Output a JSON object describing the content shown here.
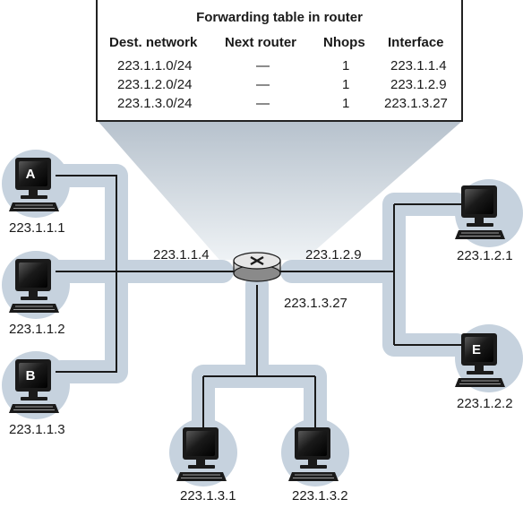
{
  "forwarding_table": {
    "title": "Forwarding table in router",
    "headers": {
      "dest": "Dest. network",
      "next": "Next router",
      "nhops": "Nhops",
      "iface": "Interface"
    },
    "rows": [
      {
        "dest": "223.1.1.0/24",
        "next": "—",
        "nhops": "1",
        "iface": "223.1.1.4"
      },
      {
        "dest": "223.1.2.0/24",
        "next": "—",
        "nhops": "1",
        "iface": "223.1.2.9"
      },
      {
        "dest": "223.1.3.0/24",
        "next": "—",
        "nhops": "1",
        "iface": "223.1.3.27"
      }
    ]
  },
  "router_interfaces": {
    "left": "223.1.1.4",
    "right": "223.1.2.9",
    "bottom": "223.1.3.27"
  },
  "hosts": {
    "h1": {
      "letter": "A",
      "addr": "223.1.1.1"
    },
    "h2": {
      "letter": "",
      "addr": "223.1.1.2"
    },
    "h3": {
      "letter": "B",
      "addr": "223.1.1.3"
    },
    "h4": {
      "letter": "",
      "addr": "223.1.2.1"
    },
    "h5": {
      "letter": "E",
      "addr": "223.1.2.2"
    },
    "h6": {
      "letter": "",
      "addr": "223.1.3.1"
    },
    "h7": {
      "letter": "",
      "addr": "223.1.3.2"
    }
  },
  "colors": {
    "network_shading": "#c6d2de",
    "line": "#1a1a1a",
    "monitor": "#1a1a1a"
  }
}
